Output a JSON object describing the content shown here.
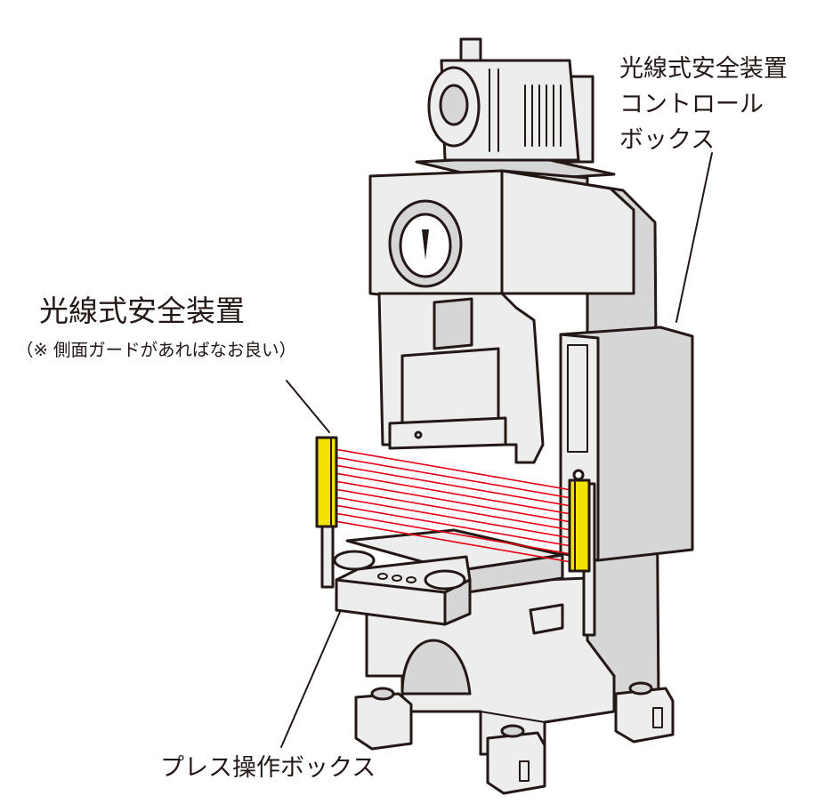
{
  "labels": {
    "light_curtain": "光線式安全装置",
    "light_curtain_note": "（※ 側面ガードがあればなお良い）",
    "control_box_lines": [
      "光線式安全装置",
      "コントロール",
      "ボックス"
    ],
    "operation_box": "プレス操作ボックス"
  },
  "colors": {
    "body": "#ededed",
    "body_shade": "#d6d6d6",
    "outline": "#231815",
    "sensor": "#f2e200",
    "beam": "#e60012"
  },
  "icons": [
    "motor-icon",
    "pressure-gauge-icon",
    "light-curtain-sensor-icon",
    "push-button-icon"
  ]
}
